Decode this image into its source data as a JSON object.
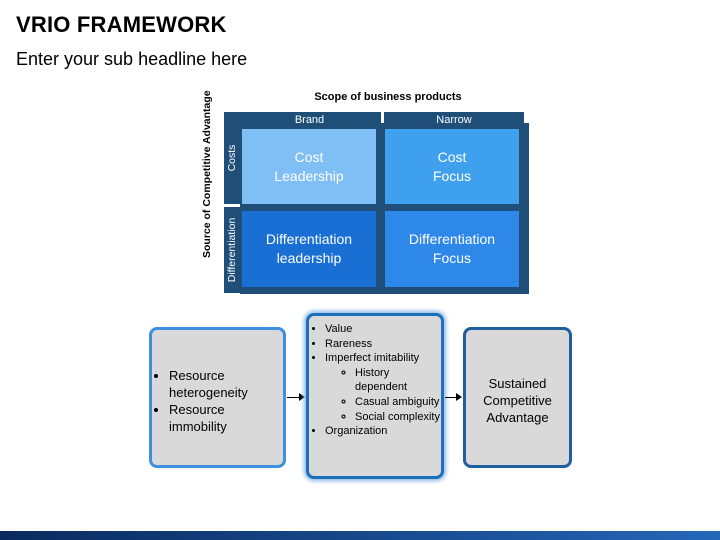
{
  "title": "VRIO FRAMEWORK",
  "subtitle": "Enter your sub headline here",
  "matrix": {
    "x_axis_label": "Scope of business products",
    "y_axis_label": "Source of Competitive Advantage",
    "columns": [
      "Brand",
      "Narrow"
    ],
    "rows": [
      "Costs",
      "Differentiation"
    ],
    "cells": [
      [
        "Cost\nLeadership",
        "Cost\nFocus"
      ],
      [
        "Differentiation\nleadership",
        "Differentiation\nFocus"
      ]
    ],
    "colors": {
      "frame": "#1f4e79",
      "cost_brand": "#7fbff5",
      "cost_narrow": "#3fa0ee",
      "diff_brand": "#1a6fd4",
      "diff_narrow": "#2d88ea"
    }
  },
  "flow": {
    "box1": {
      "items": [
        "Resource heterogeneity",
        "Resource immobility"
      ]
    },
    "box2": {
      "items": [
        "Value",
        "Rareness",
        "Imperfect imitability"
      ],
      "subitems": [
        "History dependent",
        "Casual ambiguity",
        "Social complexity"
      ],
      "last_item": "Organization"
    },
    "box3": {
      "text": "Sustained\nCompetitive\nAdvantage"
    }
  }
}
